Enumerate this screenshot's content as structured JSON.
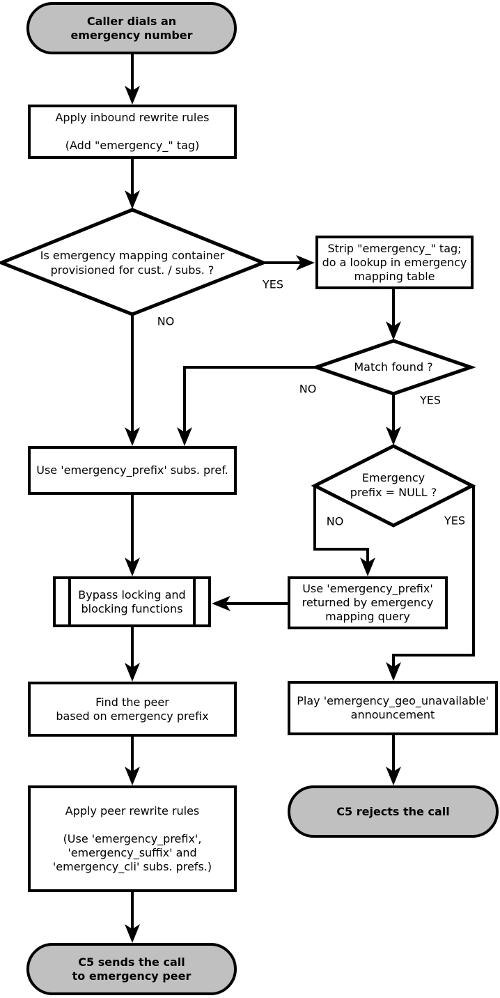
{
  "colors": {
    "line": "#000000",
    "terminal_fill": "#c0c0c0",
    "process_fill": "#ffffff",
    "background": "#ffffff"
  },
  "nodes": {
    "start": {
      "type": "terminal",
      "label": "Caller dials an\nemergency number"
    },
    "apply_inbound": {
      "type": "process",
      "label": "Apply inbound rewrite rules\n\n(Add \"emergency_\" tag)"
    },
    "mapping_container": {
      "type": "decision",
      "label": "Is emergency mapping container\nprovisioned for cust. / subs. ?"
    },
    "strip_tag": {
      "type": "process",
      "label": "Strip \"emergency_\" tag;\ndo a lookup in emergency\nmapping table"
    },
    "match_found": {
      "type": "decision",
      "label": "Match found ?"
    },
    "prefix_null": {
      "type": "decision",
      "label": "Emergency\nprefix = NULL ?"
    },
    "use_subs_prefix": {
      "type": "process",
      "label": "Use 'emergency_prefix' subs. pref."
    },
    "bypass": {
      "type": "predefined-process",
      "label": "Bypass locking and\nblocking functions"
    },
    "use_returned_prefix": {
      "type": "process",
      "label": "Use 'emergency_prefix'\nreturned by emergency\nmapping query"
    },
    "find_peer": {
      "type": "process",
      "label": "Find the peer\nbased on emergency prefix"
    },
    "play_announcement": {
      "type": "process",
      "label": "Play 'emergency_geo_unavailable'\nannouncement"
    },
    "apply_peer": {
      "type": "process",
      "label": "Apply peer rewrite rules\n\n(Use 'emergency_prefix',\n'emergency_suffix' and\n'emergency_cli' subs. prefs.)"
    },
    "reject": {
      "type": "terminal",
      "label": "C5 rejects the call"
    },
    "send": {
      "type": "terminal",
      "label": "C5 sends the call\nto emergency peer"
    }
  },
  "edge_labels": {
    "container_yes": "YES",
    "container_no": "NO",
    "match_no": "NO",
    "match_yes": "YES",
    "null_no": "NO",
    "null_yes": "YES"
  }
}
